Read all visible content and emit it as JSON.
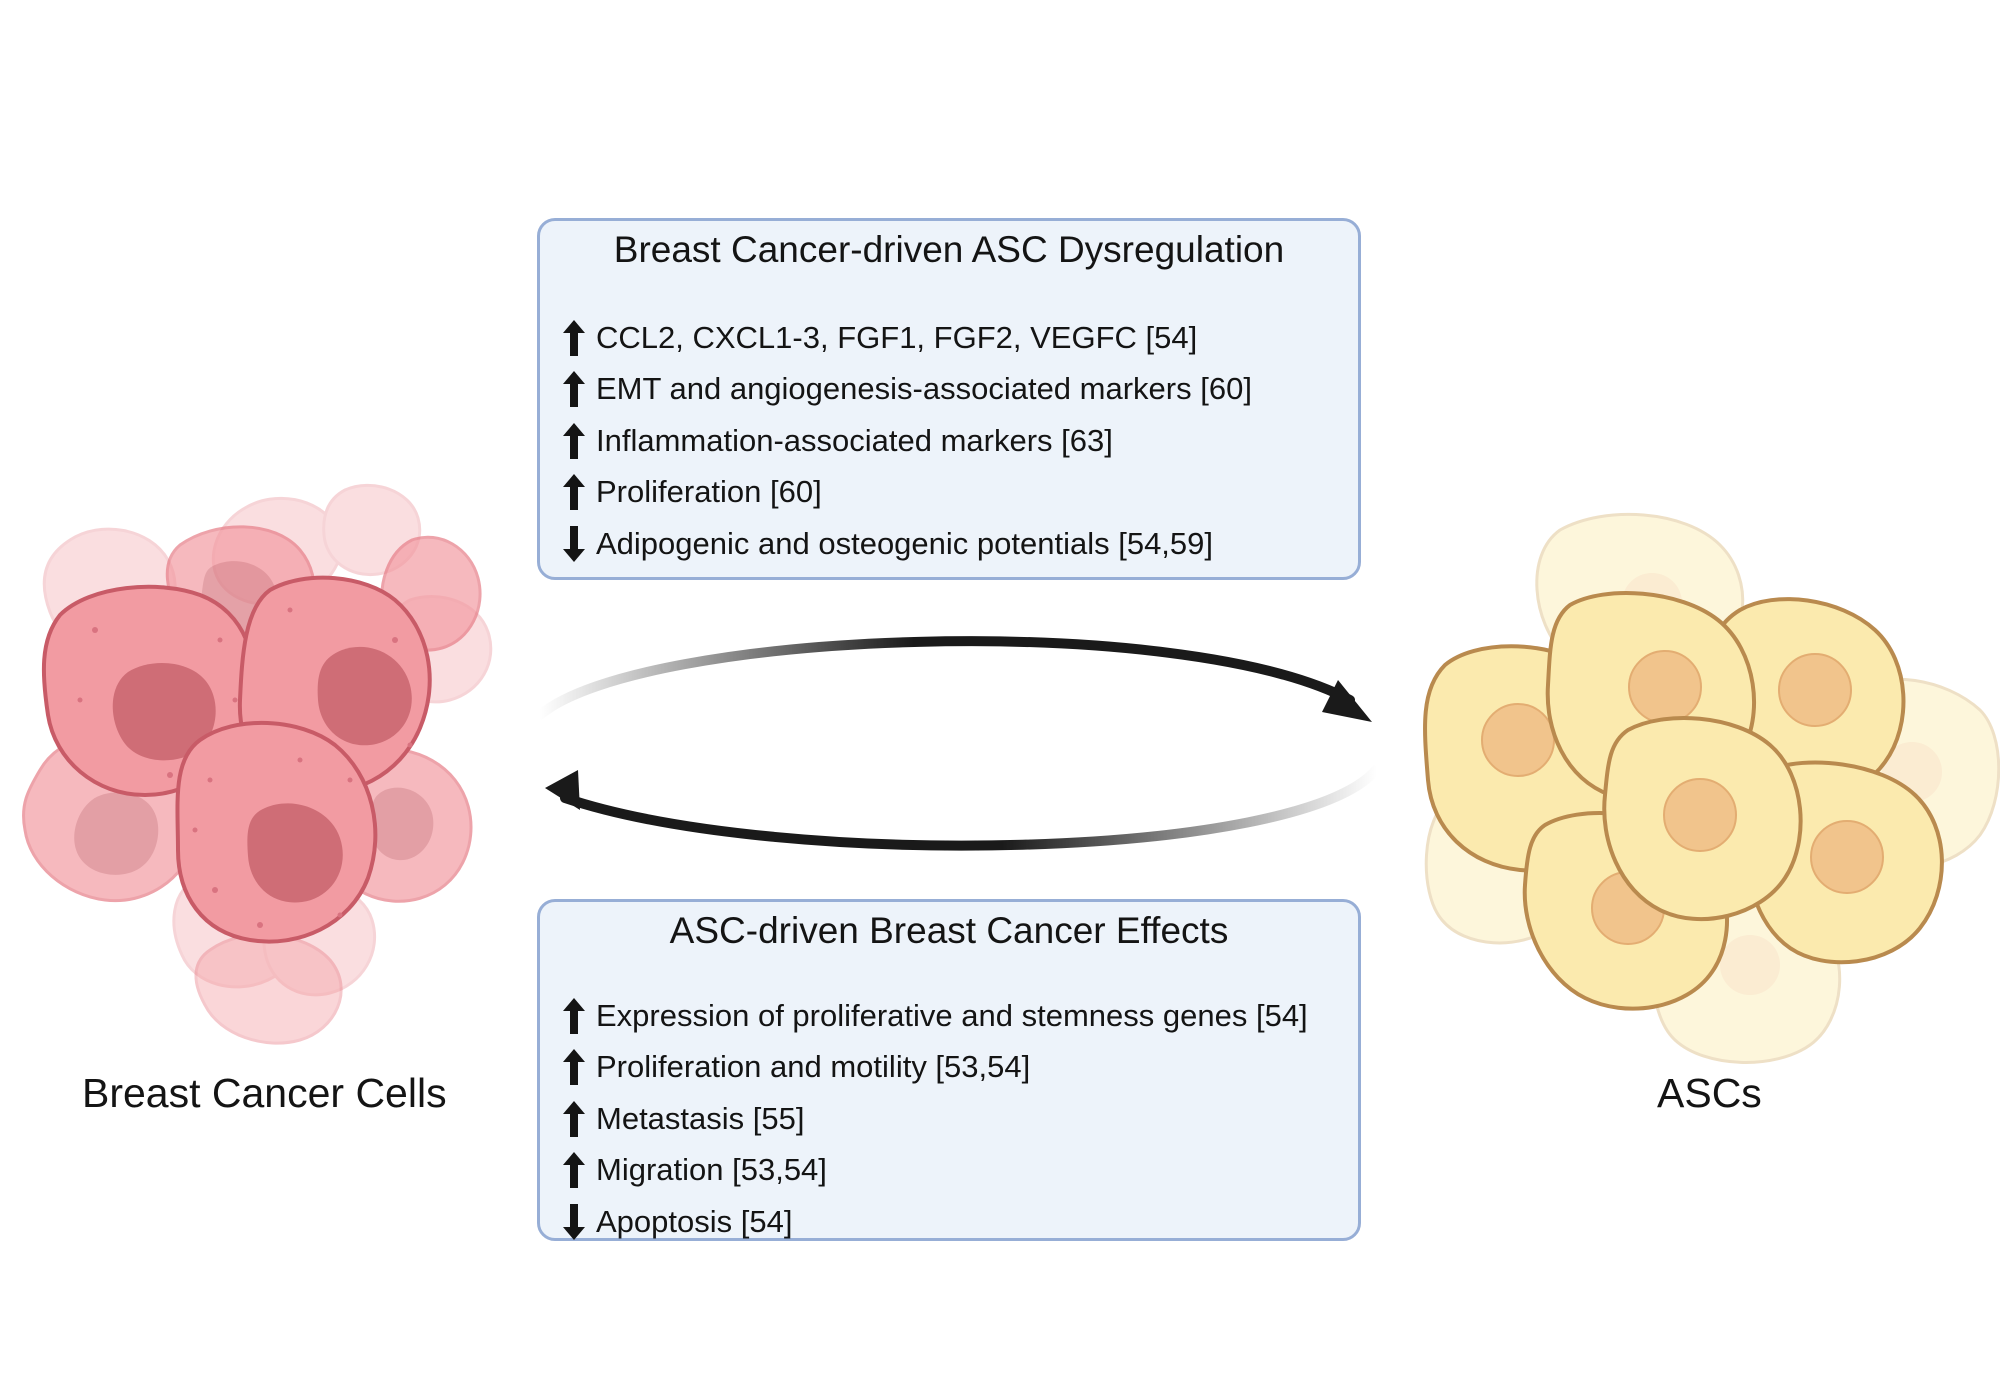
{
  "top_box": {
    "title": "Breast Cancer-driven ASC Dysregulation",
    "items": [
      {
        "direction": "up",
        "icon": "up-arrow-icon",
        "text": "CCL2, CXCL1-3, FGF1, FGF2, VEGFC [54]"
      },
      {
        "direction": "up",
        "icon": "up-arrow-icon",
        "text": "EMT and angiogenesis-associated markers [60]"
      },
      {
        "direction": "up",
        "icon": "up-arrow-icon",
        "text": "Inflammation-associated markers [63]"
      },
      {
        "direction": "up",
        "icon": "up-arrow-icon",
        "text": "Proliferation [60]"
      },
      {
        "direction": "down",
        "icon": "down-arrow-icon",
        "text": "Adipogenic and osteogenic potentials [54,59]"
      }
    ]
  },
  "bottom_box": {
    "title": "ASC-driven Breast Cancer Effects",
    "items": [
      {
        "direction": "up",
        "icon": "up-arrow-icon",
        "text": "Expression of proliferative and stemness genes [54]"
      },
      {
        "direction": "up",
        "icon": "up-arrow-icon",
        "text": "Proliferation and motility [53,54]"
      },
      {
        "direction": "up",
        "icon": "up-arrow-icon",
        "text": "Metastasis [55]"
      },
      {
        "direction": "up",
        "icon": "up-arrow-icon",
        "text": "Migration [53,54]"
      },
      {
        "direction": "down",
        "icon": "down-arrow-icon",
        "text": "Apoptosis [54]"
      }
    ]
  },
  "left_cluster": {
    "label": "Breast Cancer Cells",
    "icon": "breast-cancer-cells-illustration"
  },
  "right_cluster": {
    "label": "ASCs",
    "icon": "asc-cells-illustration"
  },
  "cycle_arrows": {
    "top": "arrow-to-ascs",
    "bottom": "arrow-to-breast-cancer-cells"
  },
  "colors": {
    "box_fill": "#edf3fa",
    "box_border": "#97aed6",
    "cancer_cell": "#f29ba2",
    "cancer_nucleus": "#cf6d76",
    "asc_cell": "#fbeaae",
    "asc_nucleus": "#f1c48c",
    "arrow": "#1a1a1a"
  }
}
